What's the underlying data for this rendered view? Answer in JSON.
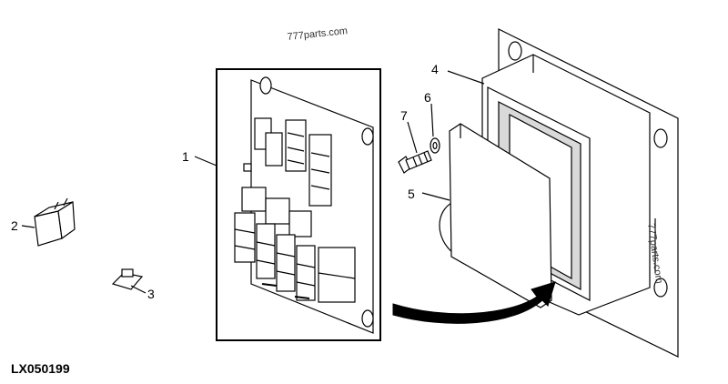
{
  "watermark_top": "777parts.com",
  "watermark_side": "777parts.com",
  "figure_id": "LX050199",
  "callouts": {
    "c1": "1",
    "c2": "2",
    "c3": "3",
    "c4": "4",
    "c5": "5",
    "c6": "6",
    "c7": "7"
  }
}
